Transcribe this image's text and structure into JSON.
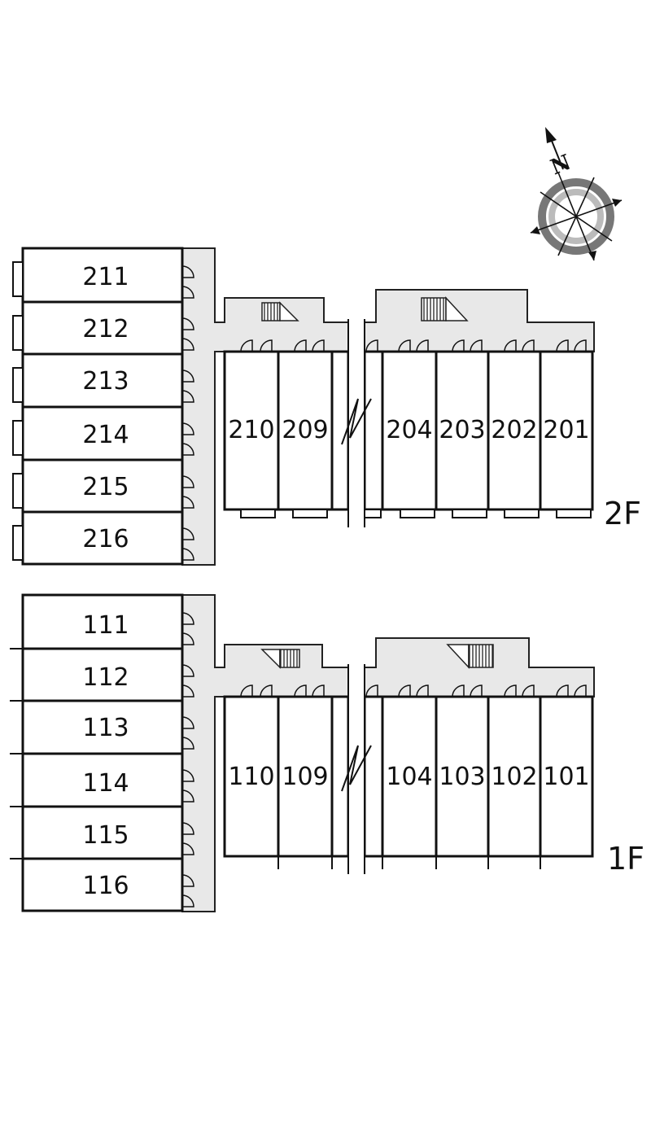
{
  "compass": {
    "north_label": "N",
    "icon": "compass-rose-icon"
  },
  "floors": [
    {
      "label": "2F",
      "left_units": [
        "211",
        "212",
        "213",
        "214",
        "215",
        "216"
      ],
      "top_units": [
        "210",
        "209",
        "204",
        "203",
        "202",
        "201"
      ]
    },
    {
      "label": "1F",
      "left_units": [
        "111",
        "112",
        "113",
        "114",
        "115",
        "116"
      ],
      "top_units": [
        "110",
        "109",
        "104",
        "103",
        "102",
        "101"
      ]
    }
  ]
}
